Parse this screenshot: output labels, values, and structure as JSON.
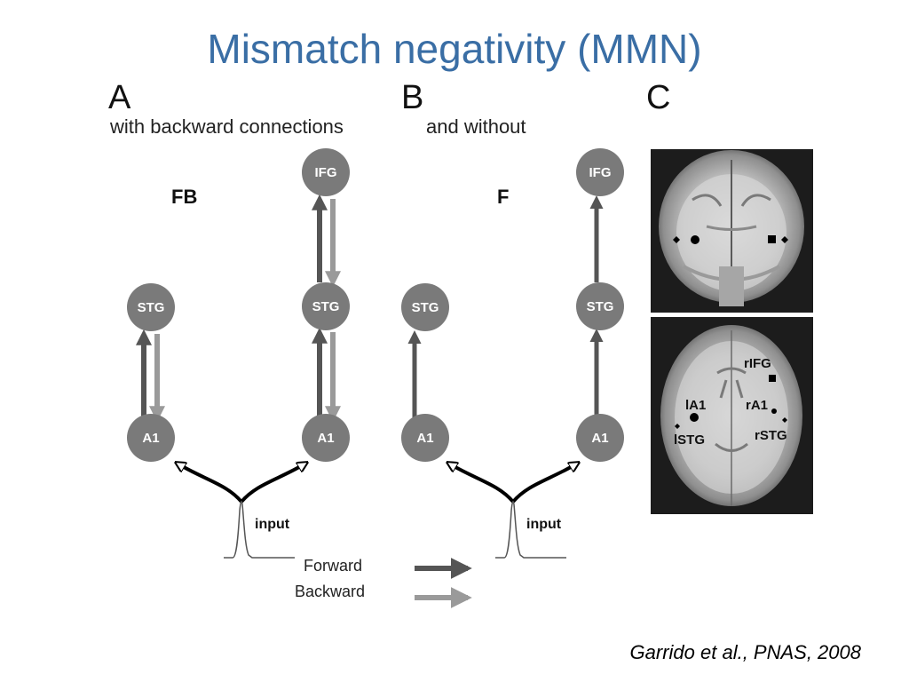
{
  "title": "Mismatch negativity (MMN)",
  "citation": "Garrido et al., PNAS, 2008",
  "panels": {
    "a": {
      "letter": "A",
      "subtitle": "with backward connections",
      "model": "FB"
    },
    "b": {
      "letter": "B",
      "subtitle": "and without",
      "model": "F"
    },
    "c": {
      "letter": "C"
    }
  },
  "nodes": {
    "ifg": "IFG",
    "stg": "STG",
    "a1": "A1"
  },
  "input_label": "input",
  "legend": {
    "forward": "Forward",
    "backward": "Backward"
  },
  "brain_labels": {
    "rifg": "rIFG",
    "la1": "lA1",
    "ra1": "rA1",
    "lstg": "lSTG",
    "rstg": "rSTG"
  },
  "colors": {
    "title": "#3a6ea5",
    "node": "#7a7a7a",
    "forward": "#555555",
    "backward": "#9a9a9a"
  }
}
